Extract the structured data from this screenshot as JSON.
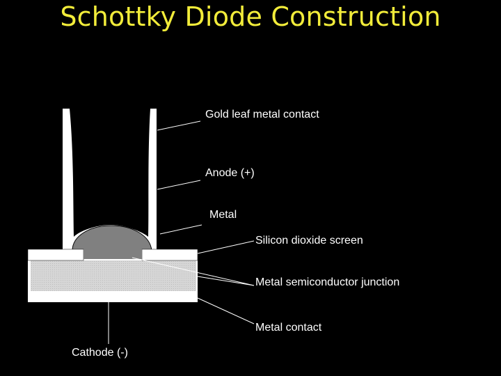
{
  "title": "Schottky Diode Construction",
  "labels": {
    "gold_leaf": "Gold leaf metal contact",
    "anode": "Anode (+)",
    "metal": "Metal",
    "sio2": "Silicon dioxide screen",
    "junction": "Metal semiconductor junction",
    "metal_contact": "Metal contact",
    "cathode": "Cathode (-)"
  },
  "colors": {
    "background": "#000000",
    "title": "#f2ec3a",
    "label": "#ffffff",
    "metal_fill": "#808080",
    "semiconductor_fill": "#d4d4d4"
  }
}
